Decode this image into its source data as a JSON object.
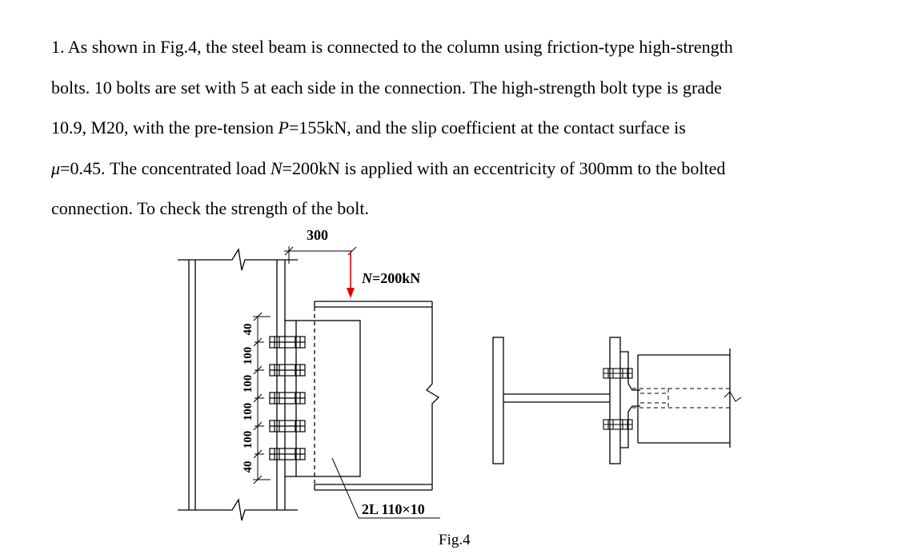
{
  "problem": {
    "line1": "1. As shown in Fig.4, the steel beam is connected to the column using friction-type high-strength",
    "line2": "bolts. 10 bolts are set with 5 at each side in the connection. The high-strength bolt type is grade",
    "line3a": "10.9, M20, with the pre-tension ",
    "line3_var": "P",
    "line3b": "=155kN, and the slip coefficient at the contact surface is",
    "line4_var": "μ",
    "line4a": "=0.45. The concentrated load ",
    "line4_var2": "N",
    "line4b": "=200kN is applied with an eccentricity of 300mm to the bolted",
    "line5": "connection. To check the strength of the bolt."
  },
  "figure": {
    "eccentricity_label": "300",
    "load_label_var": "N",
    "load_label_value": "=200kN",
    "angle_label": "2L 110×10",
    "dim_labels": [
      "40",
      "100",
      "100",
      "100",
      "100",
      "40"
    ],
    "caption": "Fig.4",
    "load_arrow_color": "#e00000"
  }
}
